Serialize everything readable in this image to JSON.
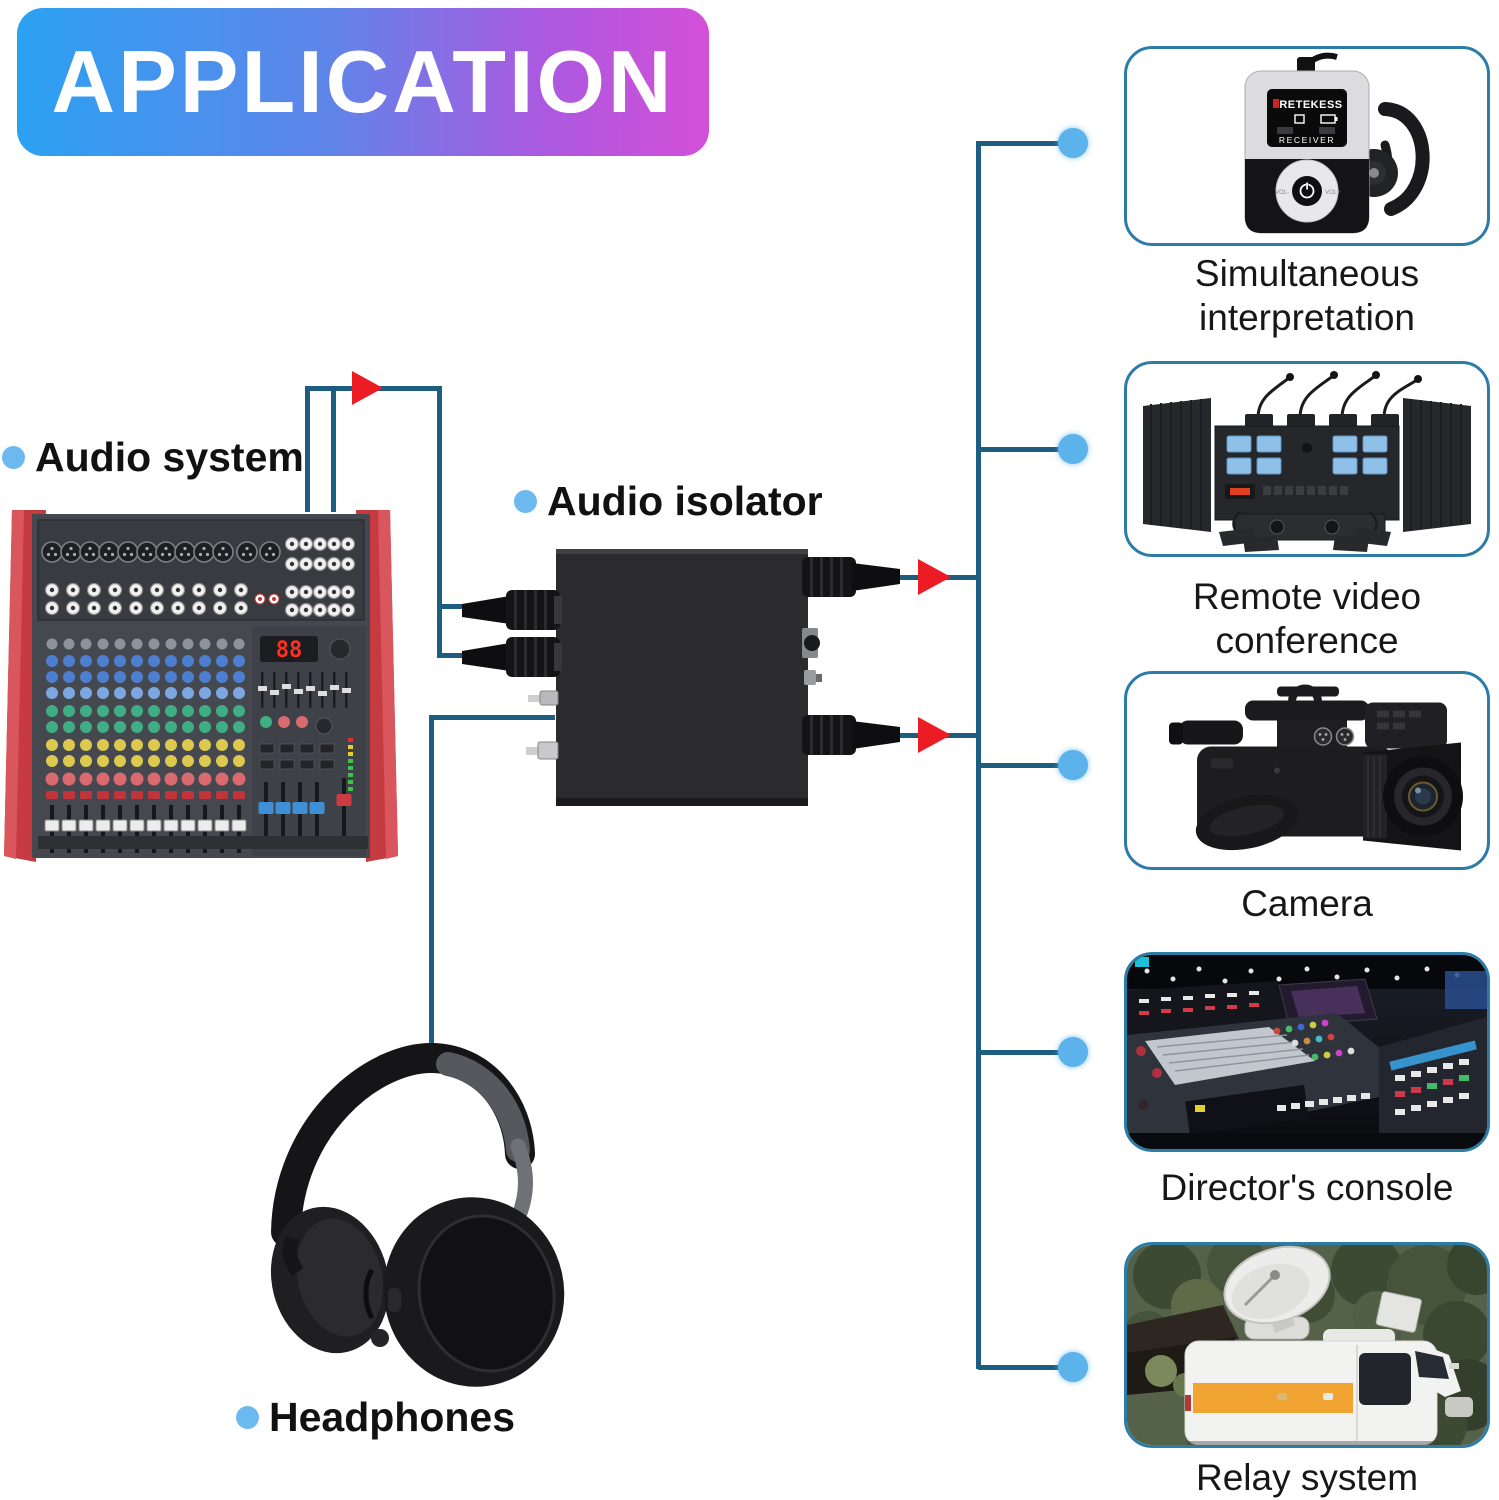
{
  "title": {
    "text": "APPLICATION"
  },
  "nodes": {
    "audio_system": {
      "label": "Audio system"
    },
    "audio_isolator": {
      "label": "Audio isolator"
    },
    "headphones": {
      "label": "Headphones"
    }
  },
  "applications": [
    {
      "label": "Simultaneous interpretation",
      "image": "interpretation-receiver"
    },
    {
      "label": "Remote video conference",
      "image": "conference-sound-system"
    },
    {
      "label": "Camera",
      "image": "professional-camcorder"
    },
    {
      "label": "Director's console",
      "image": "mixing-console-photo"
    },
    {
      "label": "Relay system",
      "image": "satellite-news-van"
    }
  ],
  "devices": {
    "receiver": {
      "brand": "RETEKESS",
      "mode": "RECEIVER"
    },
    "mixer": {
      "display_value": "88"
    }
  },
  "colors": {
    "title_gradient_start": "#2ba1f2",
    "title_gradient_end": "#d44fd8",
    "connector_line": "#1d5d80",
    "junction_dot": "#5cb2ea",
    "flow_arrow": "#ec1c24",
    "card_border": "#2b7ca7",
    "label_text": "#111111",
    "bullet_dot": "#6cb9ef"
  }
}
